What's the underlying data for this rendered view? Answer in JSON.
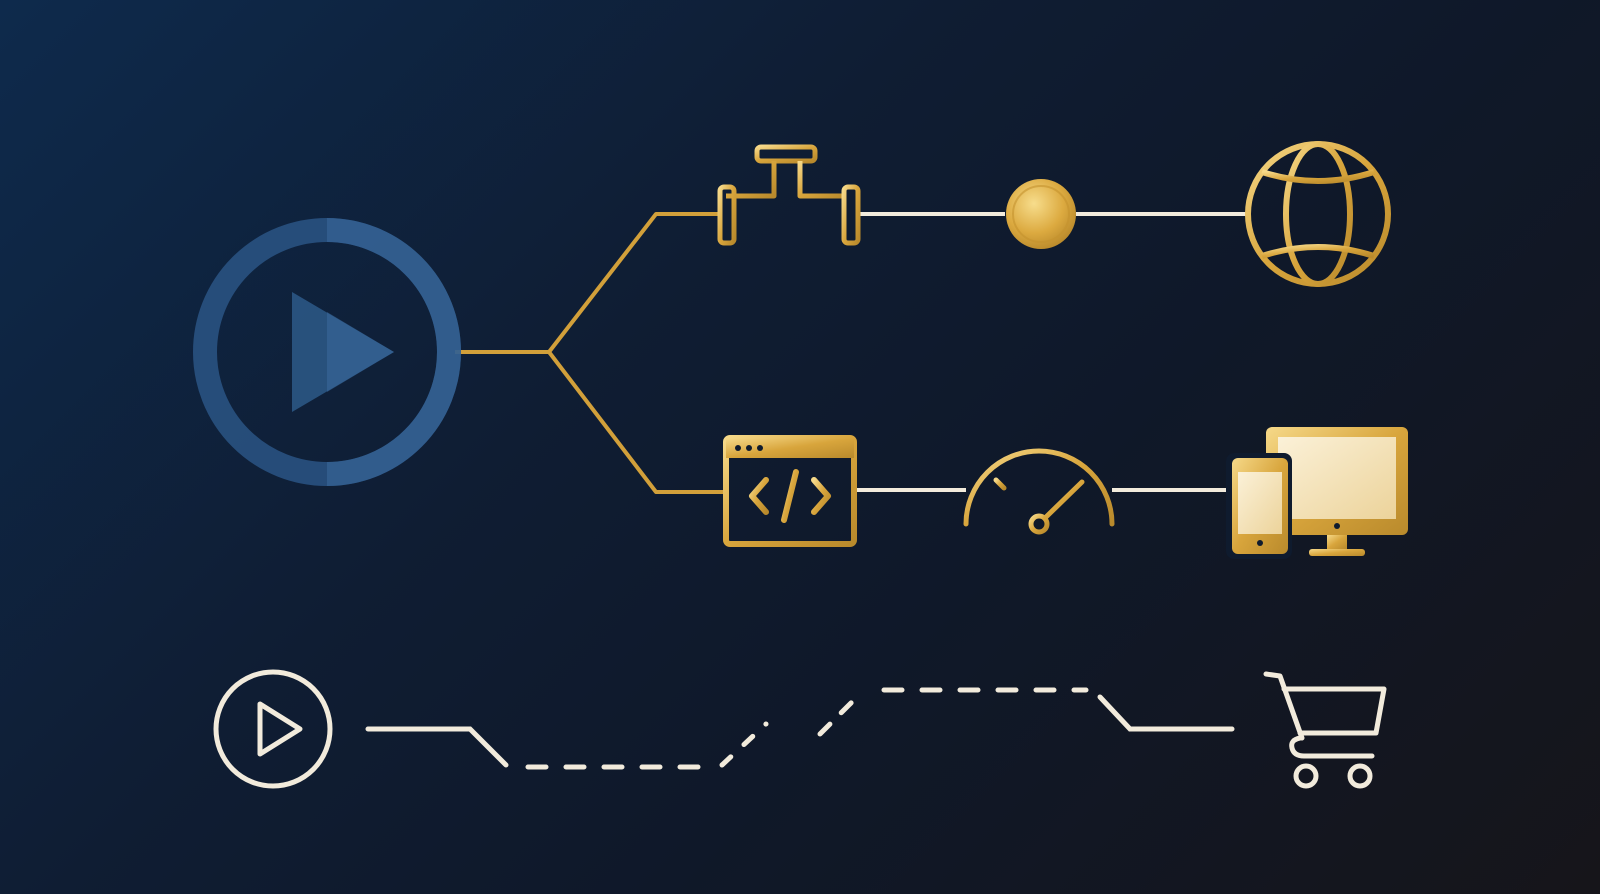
{
  "diagram": {
    "colors": {
      "gold": "#d7a93e",
      "gold_light": "#f3d27a",
      "cream": "#f2ebdc",
      "blue_ring": "#2a5585",
      "blue_play": "#2b5784",
      "background_start": "#0e2a4c",
      "background_end": "#16151a"
    },
    "nodes": [
      {
        "name": "source-play-circle",
        "icon": "large-play-circle-icon"
      },
      {
        "name": "pipeline",
        "icon": "pipe-valve-icon"
      },
      {
        "name": "token",
        "icon": "gold-coin-icon"
      },
      {
        "name": "web",
        "icon": "globe-icon"
      },
      {
        "name": "code-window",
        "icon": "code-window-icon"
      },
      {
        "name": "performance",
        "icon": "speedometer-icon"
      },
      {
        "name": "devices",
        "icon": "phone-and-monitor-icon"
      },
      {
        "name": "journey-start",
        "icon": "small-play-circle-icon"
      },
      {
        "name": "checkout",
        "icon": "shopping-cart-icon"
      }
    ],
    "connectors": [
      {
        "name": "branch-stem",
        "style": "solid",
        "color": "gold"
      },
      {
        "name": "branch-upper",
        "style": "solid",
        "color": "gold"
      },
      {
        "name": "branch-lower",
        "style": "solid",
        "color": "gold"
      },
      {
        "name": "pipe-to-coin",
        "style": "solid",
        "color": "cream"
      },
      {
        "name": "coin-to-globe",
        "style": "solid",
        "color": "cream"
      },
      {
        "name": "code-to-gauge",
        "style": "solid",
        "color": "cream"
      },
      {
        "name": "gauge-to-devices",
        "style": "solid",
        "color": "cream"
      },
      {
        "name": "journey-path",
        "style": "dashed",
        "color": "cream"
      }
    ]
  }
}
